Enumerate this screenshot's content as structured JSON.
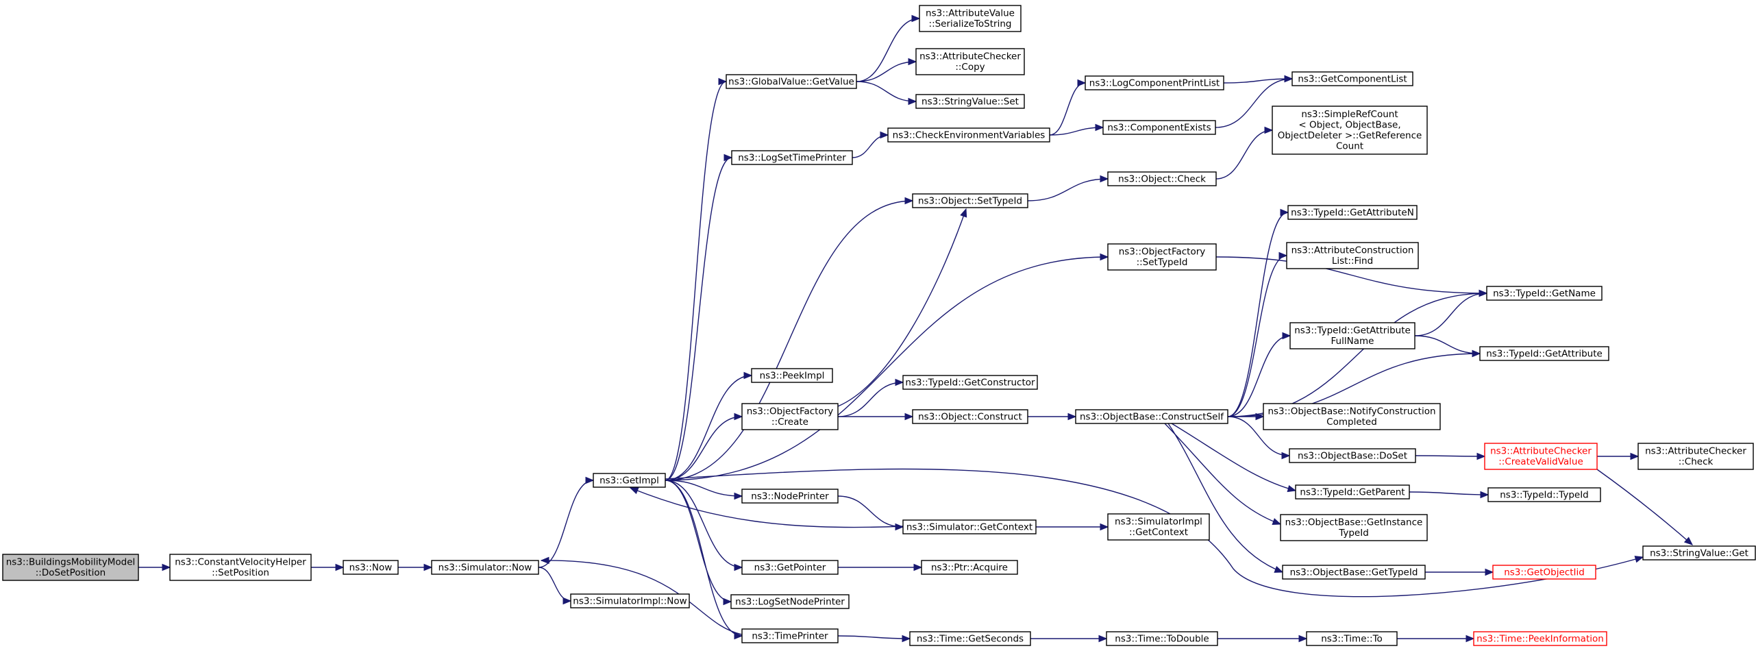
{
  "nodes": [
    {
      "id": "root",
      "lines": [
        "ns3::BuildingsMobilityModel",
        "::DoSetPosition"
      ],
      "kind": "root"
    },
    {
      "id": "cvh_setpos",
      "lines": [
        "ns3::ConstantVelocityHelper",
        "::SetPosition"
      ]
    },
    {
      "id": "now",
      "lines": [
        "ns3::Now"
      ]
    },
    {
      "id": "sim_now",
      "lines": [
        "ns3::Simulator::Now"
      ]
    },
    {
      "id": "simimpl_now",
      "lines": [
        "ns3::SimulatorImpl::Now"
      ]
    },
    {
      "id": "getimpl",
      "lines": [
        "ns3::GetImpl"
      ]
    },
    {
      "id": "gv_getvalue",
      "lines": [
        "ns3::GlobalValue::GetValue"
      ]
    },
    {
      "id": "av_serialize",
      "lines": [
        "ns3::AttributeValue",
        "::SerializeToString"
      ]
    },
    {
      "id": "ac_copy",
      "lines": [
        "ns3::AttributeChecker",
        "::Copy"
      ]
    },
    {
      "id": "sv_set",
      "lines": [
        "ns3::StringValue::Set"
      ]
    },
    {
      "id": "logsettimeprinter",
      "lines": [
        "ns3::LogSetTimePrinter"
      ]
    },
    {
      "id": "checkenv",
      "lines": [
        "ns3::CheckEnvironmentVariables"
      ]
    },
    {
      "id": "logcompprintlist",
      "lines": [
        "ns3::LogComponentPrintList"
      ]
    },
    {
      "id": "getcomplist",
      "lines": [
        "ns3::GetComponentList"
      ]
    },
    {
      "id": "compexists",
      "lines": [
        "ns3::ComponentExists"
      ]
    },
    {
      "id": "simplerefcount",
      "lines": [
        "ns3::SimpleRefCount",
        "< Object, ObjectBase,",
        " ObjectDeleter >::GetReference",
        "Count"
      ]
    },
    {
      "id": "obj_check",
      "lines": [
        "ns3::Object::Check"
      ]
    },
    {
      "id": "obj_settypeid",
      "lines": [
        "ns3::Object::SetTypeId"
      ]
    },
    {
      "id": "of_settypeid",
      "lines": [
        "ns3::ObjectFactory",
        "::SetTypeId"
      ]
    },
    {
      "id": "tid_getattrn",
      "lines": [
        "ns3::TypeId::GetAttributeN"
      ]
    },
    {
      "id": "acl_find",
      "lines": [
        "ns3::AttributeConstruction",
        "List::Find"
      ]
    },
    {
      "id": "tid_getname",
      "lines": [
        "ns3::TypeId::GetName"
      ]
    },
    {
      "id": "tid_getattrfull",
      "lines": [
        "ns3::TypeId::GetAttribute",
        "FullName"
      ]
    },
    {
      "id": "tid_getattr",
      "lines": [
        "ns3::TypeId::GetAttribute"
      ]
    },
    {
      "id": "peekimpl",
      "lines": [
        "ns3::PeekImpl"
      ]
    },
    {
      "id": "tid_getctor",
      "lines": [
        "ns3::TypeId::GetConstructor"
      ]
    },
    {
      "id": "of_create",
      "lines": [
        "ns3::ObjectFactory",
        "::Create"
      ]
    },
    {
      "id": "obj_construct",
      "lines": [
        "ns3::Object::Construct"
      ]
    },
    {
      "id": "ob_constructself",
      "lines": [
        "ns3::ObjectBase::ConstructSelf"
      ]
    },
    {
      "id": "ob_notify",
      "lines": [
        "ns3::ObjectBase::NotifyConstruction",
        "Completed"
      ]
    },
    {
      "id": "ob_doset",
      "lines": [
        "ns3::ObjectBase::DoSet"
      ]
    },
    {
      "id": "ac_createvalid",
      "lines": [
        "ns3::AttributeChecker",
        "::CreateValidValue"
      ],
      "kind": "red"
    },
    {
      "id": "ac_check",
      "lines": [
        "ns3::AttributeChecker",
        "::Check"
      ]
    },
    {
      "id": "nodeprinter",
      "lines": [
        "ns3::NodePrinter"
      ]
    },
    {
      "id": "sim_getctx",
      "lines": [
        "ns3::Simulator::GetContext"
      ]
    },
    {
      "id": "simimpl_getctx",
      "lines": [
        "ns3::SimulatorImpl",
        "::GetContext"
      ]
    },
    {
      "id": "tid_getparent",
      "lines": [
        "ns3::TypeId::GetParent"
      ]
    },
    {
      "id": "tid_typeid",
      "lines": [
        "ns3::TypeId::TypeId"
      ]
    },
    {
      "id": "ob_getinstance",
      "lines": [
        "ns3::ObjectBase::GetInstance",
        "TypeId"
      ]
    },
    {
      "id": "sv_get",
      "lines": [
        "ns3::StringValue::Get"
      ]
    },
    {
      "id": "getpointer",
      "lines": [
        "ns3::GetPointer"
      ]
    },
    {
      "id": "ptr_acquire",
      "lines": [
        "ns3::Ptr::Acquire"
      ]
    },
    {
      "id": "ob_gettypeid",
      "lines": [
        "ns3::ObjectBase::GetTypeId"
      ]
    },
    {
      "id": "getobjectiid",
      "lines": [
        "ns3::GetObjectIid"
      ],
      "kind": "red"
    },
    {
      "id": "logsetnodeprinter",
      "lines": [
        "ns3::LogSetNodePrinter"
      ]
    },
    {
      "id": "timeprinter",
      "lines": [
        "ns3::TimePrinter"
      ]
    },
    {
      "id": "time_getseconds",
      "lines": [
        "ns3::Time::GetSeconds"
      ]
    },
    {
      "id": "time_todouble",
      "lines": [
        "ns3::Time::ToDouble"
      ]
    },
    {
      "id": "time_to",
      "lines": [
        "ns3::Time::To"
      ]
    },
    {
      "id": "time_peekinfo",
      "lines": [
        "ns3::Time::PeekInformation"
      ],
      "kind": "red"
    }
  ],
  "edges": [
    [
      "root",
      "cvh_setpos"
    ],
    [
      "cvh_setpos",
      "now"
    ],
    [
      "now",
      "sim_now"
    ],
    [
      "sim_now",
      "getimpl"
    ],
    [
      "sim_now",
      "simimpl_now"
    ],
    [
      "getimpl",
      "gv_getvalue"
    ],
    [
      "gv_getvalue",
      "av_serialize"
    ],
    [
      "gv_getvalue",
      "ac_copy"
    ],
    [
      "gv_getvalue",
      "sv_set"
    ],
    [
      "getimpl",
      "logsettimeprinter"
    ],
    [
      "logsettimeprinter",
      "checkenv"
    ],
    [
      "checkenv",
      "logcompprintlist"
    ],
    [
      "checkenv",
      "compexists"
    ],
    [
      "logcompprintlist",
      "getcomplist"
    ],
    [
      "compexists",
      "getcomplist"
    ],
    [
      "getimpl",
      "obj_settypeid"
    ],
    [
      "obj_settypeid",
      "obj_check"
    ],
    [
      "obj_check",
      "simplerefcount"
    ],
    [
      "getimpl",
      "of_settypeid"
    ],
    [
      "of_settypeid",
      "tid_getname"
    ],
    [
      "getimpl",
      "peekimpl"
    ],
    [
      "getimpl",
      "of_create"
    ],
    [
      "of_create",
      "tid_getctor"
    ],
    [
      "of_create",
      "obj_construct"
    ],
    [
      "of_create",
      "obj_settypeid"
    ],
    [
      "obj_construct",
      "ob_constructself"
    ],
    [
      "ob_constructself",
      "tid_getattrn"
    ],
    [
      "ob_constructself",
      "acl_find"
    ],
    [
      "ob_constructself",
      "tid_getname"
    ],
    [
      "ob_constructself",
      "tid_getattrfull"
    ],
    [
      "ob_constructself",
      "tid_getattr"
    ],
    [
      "ob_constructself",
      "ob_notify"
    ],
    [
      "ob_constructself",
      "ob_doset"
    ],
    [
      "ob_constructself",
      "tid_getparent"
    ],
    [
      "ob_constructself",
      "ob_getinstance"
    ],
    [
      "ob_constructself",
      "ob_gettypeid"
    ],
    [
      "tid_getattrfull",
      "tid_getname"
    ],
    [
      "tid_getattrfull",
      "tid_getattr"
    ],
    [
      "ob_doset",
      "ac_createvalid"
    ],
    [
      "ac_createvalid",
      "ac_check"
    ],
    [
      "ac_createvalid",
      "sv_get"
    ],
    [
      "tid_getparent",
      "tid_typeid"
    ],
    [
      "ob_gettypeid",
      "getobjectiid"
    ],
    [
      "getimpl",
      "nodeprinter"
    ],
    [
      "nodeprinter",
      "sim_getctx"
    ],
    [
      "sim_getctx",
      "getimpl"
    ],
    [
      "sim_getctx",
      "simimpl_getctx"
    ],
    [
      "getimpl",
      "sv_get"
    ],
    [
      "getimpl",
      "getpointer"
    ],
    [
      "getpointer",
      "ptr_acquire"
    ],
    [
      "getimpl",
      "logsetnodeprinter"
    ],
    [
      "getimpl",
      "timeprinter"
    ],
    [
      "timeprinter",
      "sim_now"
    ],
    [
      "timeprinter",
      "time_getseconds"
    ],
    [
      "time_getseconds",
      "time_todouble"
    ],
    [
      "time_todouble",
      "time_to"
    ],
    [
      "time_to",
      "time_peekinfo"
    ]
  ]
}
